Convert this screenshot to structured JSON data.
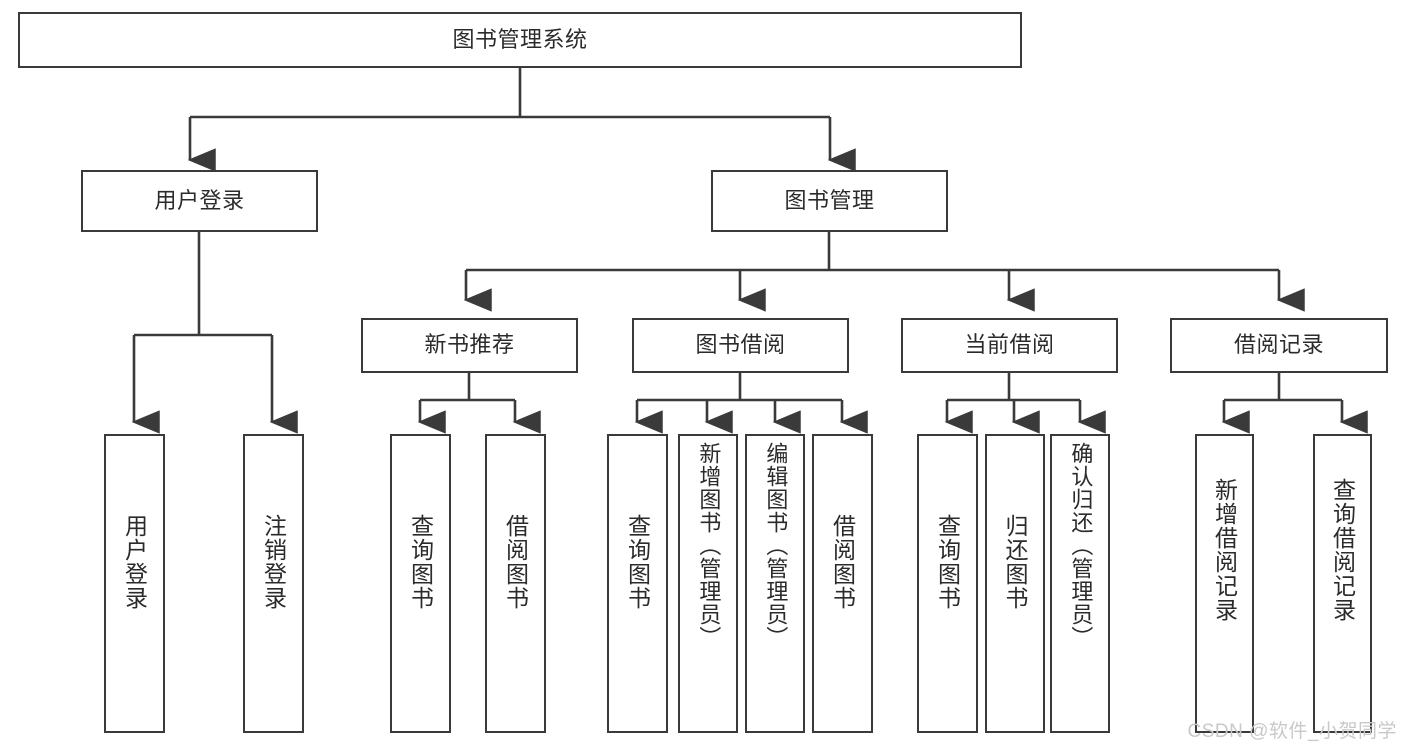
{
  "diagram": {
    "title": "图书管理系统",
    "type": "tree-diagram",
    "watermark": "CSDN @软件_小贺同学",
    "colors": {
      "box_border": "#3a3a3a",
      "box_fill": "#ffffff",
      "line": "#3a3a3a",
      "text": "#2b2b2b",
      "watermark": "#c9c9c9",
      "background": "#ffffff"
    },
    "nodes": {
      "root": {
        "label": "图书管理系统"
      },
      "level2": [
        {
          "id": "user-login",
          "label": "用户登录"
        },
        {
          "id": "book-manage",
          "label": "图书管理"
        }
      ],
      "level3": [
        {
          "id": "new-book-recommend",
          "label": "新书推荐"
        },
        {
          "id": "book-borrow",
          "label": "图书借阅"
        },
        {
          "id": "current-borrow",
          "label": "当前借阅"
        },
        {
          "id": "borrow-record",
          "label": "借阅记录"
        }
      ],
      "leaves": [
        {
          "id": "leaf-user-login",
          "label": "用户登录",
          "parent": "user-login"
        },
        {
          "id": "leaf-logout",
          "label": "注销登录",
          "parent": "user-login"
        },
        {
          "id": "leaf-query-book-1",
          "label": "查询图书",
          "parent": "new-book-recommend"
        },
        {
          "id": "leaf-borrow-book-1",
          "label": "借阅图书",
          "parent": "new-book-recommend"
        },
        {
          "id": "leaf-query-book-2",
          "label": "查询图书",
          "parent": "book-borrow"
        },
        {
          "id": "leaf-add-book",
          "label": "新增图书（管理员）",
          "parent": "book-borrow"
        },
        {
          "id": "leaf-edit-book",
          "label": "编辑图书（管理员）",
          "parent": "book-borrow"
        },
        {
          "id": "leaf-borrow-book-2",
          "label": "借阅图书",
          "parent": "book-borrow"
        },
        {
          "id": "leaf-query-book-3",
          "label": "查询图书",
          "parent": "current-borrow"
        },
        {
          "id": "leaf-return-book",
          "label": "归还图书",
          "parent": "current-borrow"
        },
        {
          "id": "leaf-confirm-return",
          "label": "确认归还（管理员）",
          "parent": "current-borrow"
        },
        {
          "id": "leaf-add-record",
          "label": "新增借阅记录",
          "parent": "borrow-record"
        },
        {
          "id": "leaf-query-record",
          "label": "查询借阅记录",
          "parent": "borrow-record"
        }
      ]
    }
  }
}
